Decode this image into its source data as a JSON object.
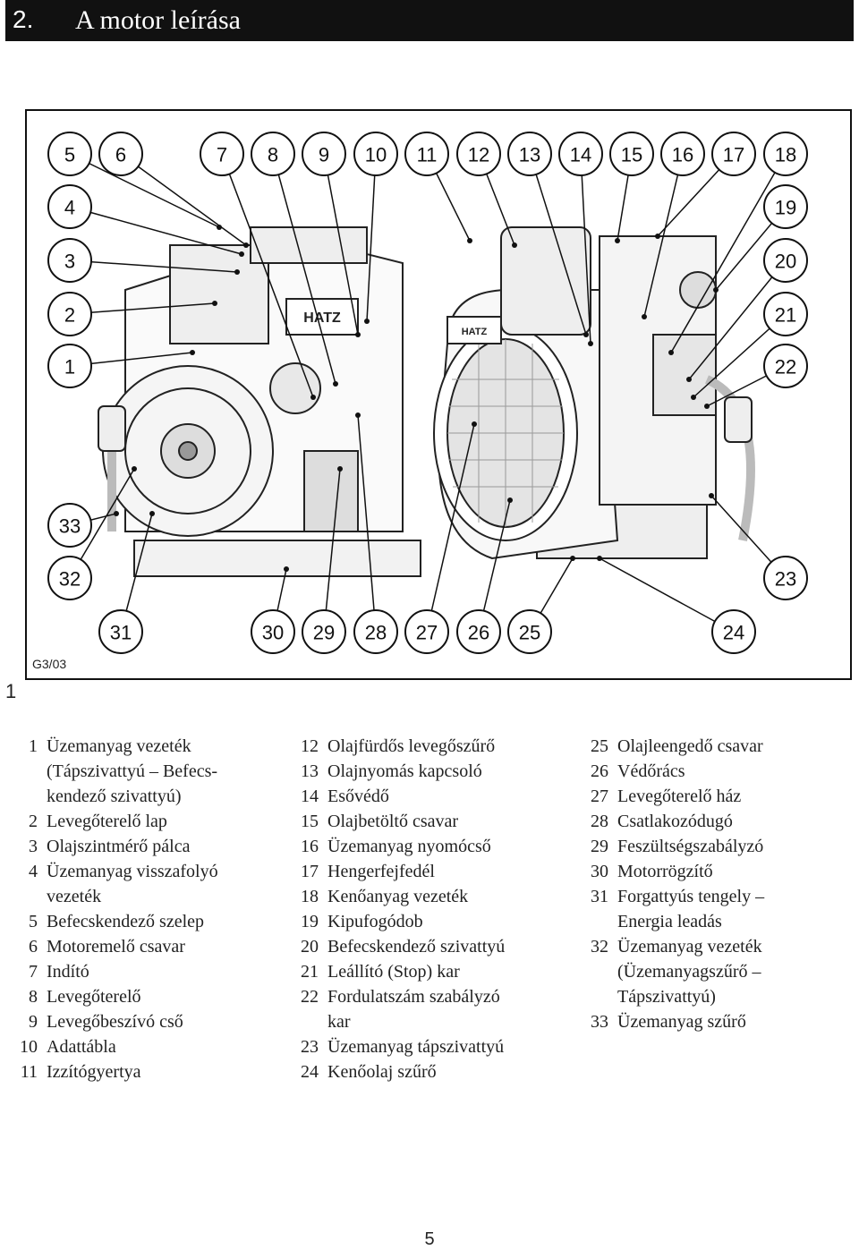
{
  "header": {
    "section_number": "2.",
    "title": "A motor leírása"
  },
  "figure": {
    "code": "G3/03",
    "number": "1",
    "callouts": [
      "1",
      "2",
      "3",
      "4",
      "5",
      "6",
      "7",
      "8",
      "9",
      "10",
      "11",
      "12",
      "13",
      "14",
      "15",
      "16",
      "17",
      "18",
      "19",
      "20",
      "21",
      "22",
      "23",
      "24",
      "25",
      "26",
      "27",
      "28",
      "29",
      "30",
      "31",
      "32",
      "33"
    ]
  },
  "legend": {
    "col1": [
      {
        "n": "1",
        "t": "Üzemanyag vezeték"
      },
      {
        "n": "",
        "t": "(Tápszivattyú – Befecs-"
      },
      {
        "n": "",
        "t": "kendező szivattyú)"
      },
      {
        "n": "2",
        "t": "Levegőterelő lap"
      },
      {
        "n": "3",
        "t": "Olajszintmérő pálca"
      },
      {
        "n": "4",
        "t": "Üzemanyag visszafolyó"
      },
      {
        "n": "",
        "t": "vezeték"
      },
      {
        "n": "5",
        "t": "Befecskendező szelep"
      },
      {
        "n": "6",
        "t": "Motoremelő csavar"
      },
      {
        "n": "7",
        "t": "Indító"
      },
      {
        "n": "8",
        "t": "Levegőterelő"
      },
      {
        "n": "9",
        "t": "Levegőbeszívó cső"
      },
      {
        "n": "10",
        "t": "Adattábla"
      },
      {
        "n": "11",
        "t": "Izzítógyertya"
      }
    ],
    "col2": [
      {
        "n": "12",
        "t": "Olajfürdős levegőszűrő"
      },
      {
        "n": "13",
        "t": "Olajnyomás kapcsoló"
      },
      {
        "n": "14",
        "t": "Esővédő"
      },
      {
        "n": "15",
        "t": "Olajbetöltő csavar"
      },
      {
        "n": "16",
        "t": "Üzemanyag nyomócső"
      },
      {
        "n": "17",
        "t": "Hengerfejfedél"
      },
      {
        "n": "18",
        "t": "Kenőanyag vezeték"
      },
      {
        "n": "19",
        "t": "Kipufogódob"
      },
      {
        "n": "20",
        "t": "Befecskendező szivattyú"
      },
      {
        "n": "21",
        "t": "Leállító (Stop) kar"
      },
      {
        "n": "22",
        "t": "Fordulatszám szabályzó"
      },
      {
        "n": "",
        "t": "kar"
      },
      {
        "n": "23",
        "t": "Üzemanyag tápszivattyú"
      },
      {
        "n": "24",
        "t": "Kenőolaj szűrő"
      }
    ],
    "col3": [
      {
        "n": "25",
        "t": "Olajleengedő csavar"
      },
      {
        "n": "26",
        "t": "Védőrács"
      },
      {
        "n": "27",
        "t": "Levegőterelő ház"
      },
      {
        "n": "28",
        "t": "Csatlakozódugó"
      },
      {
        "n": "29",
        "t": "Feszültségszabályzó"
      },
      {
        "n": "30",
        "t": "Motorrögzítő"
      },
      {
        "n": "31",
        "t": "Forgattyús tengely –"
      },
      {
        "n": "",
        "t": "Energia leadás"
      },
      {
        "n": "32",
        "t": "Üzemanyag vezeték"
      },
      {
        "n": "",
        "t": "(Üzemanyagszűrő –"
      },
      {
        "n": "",
        "t": "Tápszivattyú)"
      },
      {
        "n": "33",
        "t": "Üzemanyag szűrő"
      }
    ]
  },
  "page_number": "5"
}
